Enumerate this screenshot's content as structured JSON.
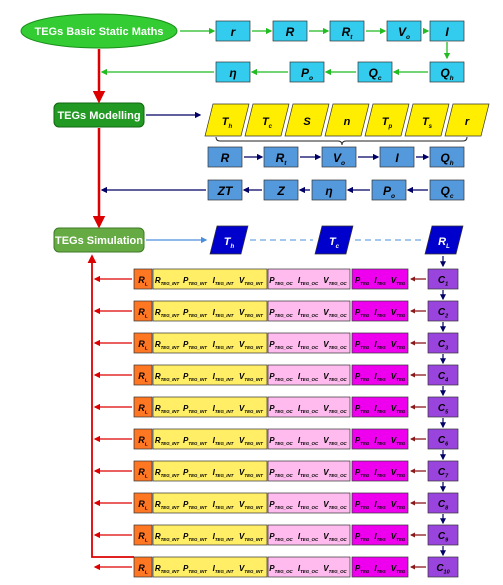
{
  "colors": {
    "green_oval": "#33cc33",
    "green_stage": "#229922",
    "cyan_box": "#33ccee",
    "blue_box": "#5599dd",
    "yellow_param": "#ffee00",
    "dark_blue_param": "#0000cc",
    "orange_rl": "#ff7722",
    "light_yellow_row": "#ffee66",
    "pink_row": "#ffbbee",
    "magenta_row": "#ee00ee",
    "purple_case": "#9944dd",
    "red_arrow": "#dd0000",
    "green_arrow": "#22bb22",
    "navy_arrow": "#000066"
  },
  "stages": {
    "maths": "TEGs Basic Static Maths",
    "modelling": "TEGs Modelling",
    "simulation": "TEGs Simulation"
  },
  "maths_row1": [
    {
      "m": "r",
      "s": ""
    },
    {
      "m": "R",
      "s": ""
    },
    {
      "m": "R",
      "s": "t"
    },
    {
      "m": "V",
      "s": "o"
    },
    {
      "m": "I",
      "s": ""
    }
  ],
  "maths_row2": [
    {
      "m": "η",
      "s": ""
    },
    {
      "m": "P",
      "s": "o"
    },
    {
      "m": "Q",
      "s": "c"
    },
    {
      "m": "Q",
      "s": "h"
    }
  ],
  "modelling_params": [
    {
      "m": "T",
      "s": "h"
    },
    {
      "m": "T",
      "s": "c"
    },
    {
      "m": "S",
      "s": ""
    },
    {
      "m": "n",
      "s": ""
    },
    {
      "m": "T",
      "s": "p"
    },
    {
      "m": "T",
      "s": "s"
    },
    {
      "m": "r",
      "s": ""
    }
  ],
  "modelling_row1": [
    {
      "m": "R",
      "s": ""
    },
    {
      "m": "R",
      "s": "t"
    },
    {
      "m": "V",
      "s": "o"
    },
    {
      "m": "I",
      "s": ""
    },
    {
      "m": "Q",
      "s": "h"
    }
  ],
  "modelling_row2": [
    {
      "m": "ZT",
      "s": ""
    },
    {
      "m": "Z",
      "s": ""
    },
    {
      "m": "η",
      "s": ""
    },
    {
      "m": "P",
      "s": "o"
    },
    {
      "m": "Q",
      "s": "c"
    }
  ],
  "simulation_params": [
    {
      "m": "T",
      "s": "h"
    },
    {
      "m": "T",
      "s": "c"
    },
    {
      "m": "R",
      "s": "L"
    }
  ],
  "row_labels": {
    "rl": {
      "m": "R",
      "s": "L"
    },
    "int": [
      {
        "m": "R",
        "s": "TEG_INT"
      },
      {
        "m": "P",
        "s": "TEG_INT"
      },
      {
        "m": "I",
        "s": "TEG_INT"
      },
      {
        "m": "V",
        "s": "TEG_INT"
      }
    ],
    "oc": [
      {
        "m": "P",
        "s": "TEG_OC"
      },
      {
        "m": "I",
        "s": "TEG_OC"
      },
      {
        "m": "V",
        "s": "TEG_OC"
      }
    ],
    "teg": [
      {
        "m": "P",
        "s": "TEG"
      },
      {
        "m": "I",
        "s": "TEG"
      },
      {
        "m": "V",
        "s": "TEG"
      }
    ]
  },
  "cases": [
    {
      "m": "C",
      "s": "1"
    },
    {
      "m": "C",
      "s": "2"
    },
    {
      "m": "C",
      "s": "3"
    },
    {
      "m": "C",
      "s": "4"
    },
    {
      "m": "C",
      "s": "5"
    },
    {
      "m": "C",
      "s": "6"
    },
    {
      "m": "C",
      "s": "7"
    },
    {
      "m": "C",
      "s": "8"
    },
    {
      "m": "C",
      "s": "9"
    },
    {
      "m": "C",
      "s": "10"
    }
  ]
}
